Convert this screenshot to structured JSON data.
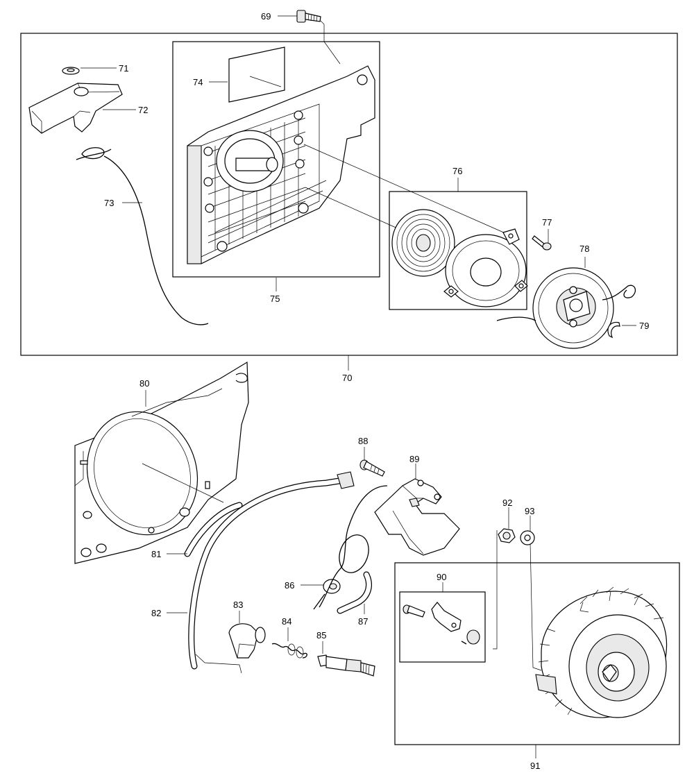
{
  "diagram": {
    "labels": {
      "p69": "69",
      "p70": "70",
      "p71": "71",
      "p72": "72",
      "p73": "73",
      "p74": "74",
      "p75": "75",
      "p76": "76",
      "p77": "77",
      "p78": "78",
      "p79": "79",
      "p80": "80",
      "p81": "81",
      "p82": "82",
      "p83": "83",
      "p84": "84",
      "p85": "85",
      "p86": "86",
      "p87": "87",
      "p88": "88",
      "p89": "89",
      "p90": "90",
      "p91": "91",
      "p92": "92",
      "p93": "93"
    }
  }
}
